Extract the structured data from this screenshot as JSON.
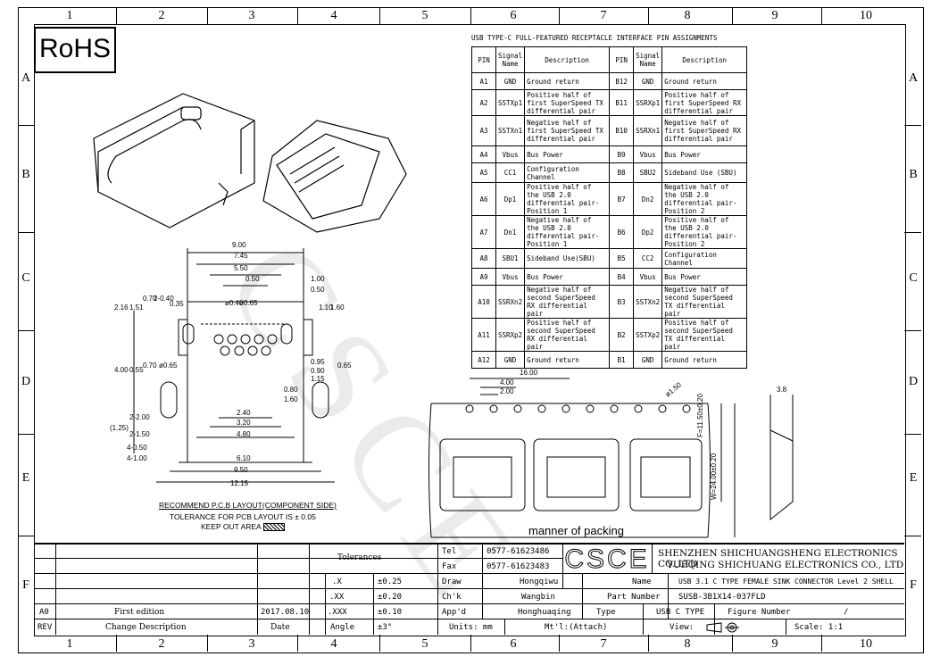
{
  "zones": {
    "columns": [
      "1",
      "2",
      "3",
      "4",
      "5",
      "6",
      "7",
      "8",
      "9",
      "10"
    ],
    "rows": [
      "A",
      "B",
      "C",
      "D",
      "E",
      "F"
    ]
  },
  "logo": "RoHS",
  "watermark": "CSCE",
  "pin_table": {
    "title": "USB TYPE-C FULL-FEATURED RECEPTACLE INTERFACE PIN ASSIGNMENTS",
    "headers": [
      "PIN",
      "Signal Name",
      "Description",
      "PIN",
      "Signal Name",
      "Description"
    ],
    "rows": [
      [
        "A1",
        "GND",
        "Ground return",
        "B12",
        "GND",
        "Ground return"
      ],
      [
        "A2",
        "SSTXp1",
        "Positive half of first SuperSpeed TX differential pair",
        "B11",
        "SSRXp1",
        "Positive half of first SuperSpeed RX differential pair"
      ],
      [
        "A3",
        "SSTXn1",
        "Negative half of first SuperSpeed TX differential pair",
        "B10",
        "SSRXn1",
        "Negative half of first SuperSpeed RX differential pair"
      ],
      [
        "A4",
        "Vbus",
        "Bus Power",
        "B9",
        "Vbus",
        "Bus Power"
      ],
      [
        "A5",
        "CC1",
        "Configuration Channel",
        "B8",
        "SBU2",
        "Sideband Use (SBU)"
      ],
      [
        "A6",
        "Dp1",
        "Positive half of the USB 2.0 differential pair-Position 1",
        "B7",
        "Dn2",
        "Negative half of the USB 2.0 differential pair-Position 2"
      ],
      [
        "A7",
        "Dn1",
        "Negative half of the USB 2.0 differential pair-Position 1",
        "B6",
        "Dp2",
        "Positive half of the USB 2.0 differential pair-Position 2"
      ],
      [
        "A8",
        "SBU1",
        "Sideband Use(SBU)",
        "B5",
        "CC2",
        "Configuration Channel"
      ],
      [
        "A9",
        "Vbus",
        "Bus Power",
        "B4",
        "Vbus",
        "Bus Power"
      ],
      [
        "A10",
        "SSRXn2",
        "Negative half of second SuperSpeed RX differential pair",
        "B3",
        "SSTXn2",
        "Negative half of second SuperSpeed TX differential pair"
      ],
      [
        "A11",
        "SSRXp2",
        "Positive half of second SuperSpeed RX differential pair",
        "B2",
        "SSTXp2",
        "Positive half of second SuperSpeed TX differential pair"
      ],
      [
        "A12",
        "GND",
        "Ground return",
        "B1",
        "GND",
        "Ground return"
      ]
    ]
  },
  "pcb": {
    "dims_top": [
      "9.00",
      "7.45",
      "5.50",
      "0.50",
      "1.00",
      "0.50"
    ],
    "dims_bottom": [
      "2.40",
      "3.20",
      "4.80",
      "6.10",
      "9.50",
      "12.15"
    ],
    "dims_left": [
      "2.16",
      "1.51",
      "0.70",
      "2-0.40",
      "4.00",
      "0.55",
      "0.70",
      "(1.25)",
      "2-2.00",
      "2-1.50",
      "4-0.50",
      "4-1.00"
    ],
    "dims_misc": [
      "0.35",
      "ø0.40",
      "ø0.65",
      "ø0.65",
      "1.10",
      "1.60",
      "0.95",
      "0.90",
      "1.15",
      "0.65",
      "0.80",
      "1.60"
    ],
    "title": "RECOMMEND P.C.B LAYOUT(COMPONENT SIDE)",
    "tolerance": "TOLERANCE FOR PCB LAYOUT IS ± 0.05",
    "keepout": "KEEP OUT AREA"
  },
  "packing": {
    "dims": [
      "16.00",
      "4.00",
      "2.00",
      "ø1.50",
      "F=11.50±0.20",
      "W=24.00±0.20",
      "3.8"
    ],
    "label": "manner of packing"
  },
  "title_block": {
    "tolerances_label": "Tolerances",
    "tol_rows": [
      [
        ".X",
        "±0.25"
      ],
      [
        ".XX",
        "±0.20"
      ],
      [
        ".XXX",
        "±0.10"
      ],
      [
        "Angle",
        "±3°"
      ]
    ],
    "tel_label": "Tel",
    "tel": "0577-61623486",
    "fax_label": "Fax",
    "fax": "0577-61623483",
    "brand": "CSCE",
    "company1": "SHENZHEN SHICHUANGSHENG ELECTRONICS CO.,LTD",
    "company2": "YUEQING SHICHUANG ELECTRONICS CO., LTD",
    "draw_label": "Draw",
    "draw": "Hongqiwu",
    "chk_label": "Ch'k",
    "chk": "Wangbin",
    "appd_label": "App'd",
    "appd": "Honghuaqing",
    "name_label": "Name",
    "name": "USB 3.1 C TYPE FEMALE SINK CONNECTOR  Level 2 SHELL",
    "part_label": "Part Number",
    "part": "SUSB-3B1X14-037FLD",
    "type_label": "Type",
    "type": "USB C TYPE",
    "figure_label": "Figure Number",
    "figure": "/",
    "units": "Units: mm",
    "mt": "Mt'l:(Attach)",
    "view": "View:",
    "scale": "Scale: 1:1",
    "rev_code": "A0",
    "rev_desc": "First edition",
    "rev_date": "2017.08.10",
    "rev_label": "REV",
    "change_label": "Change Description",
    "date_label": "Date"
  }
}
